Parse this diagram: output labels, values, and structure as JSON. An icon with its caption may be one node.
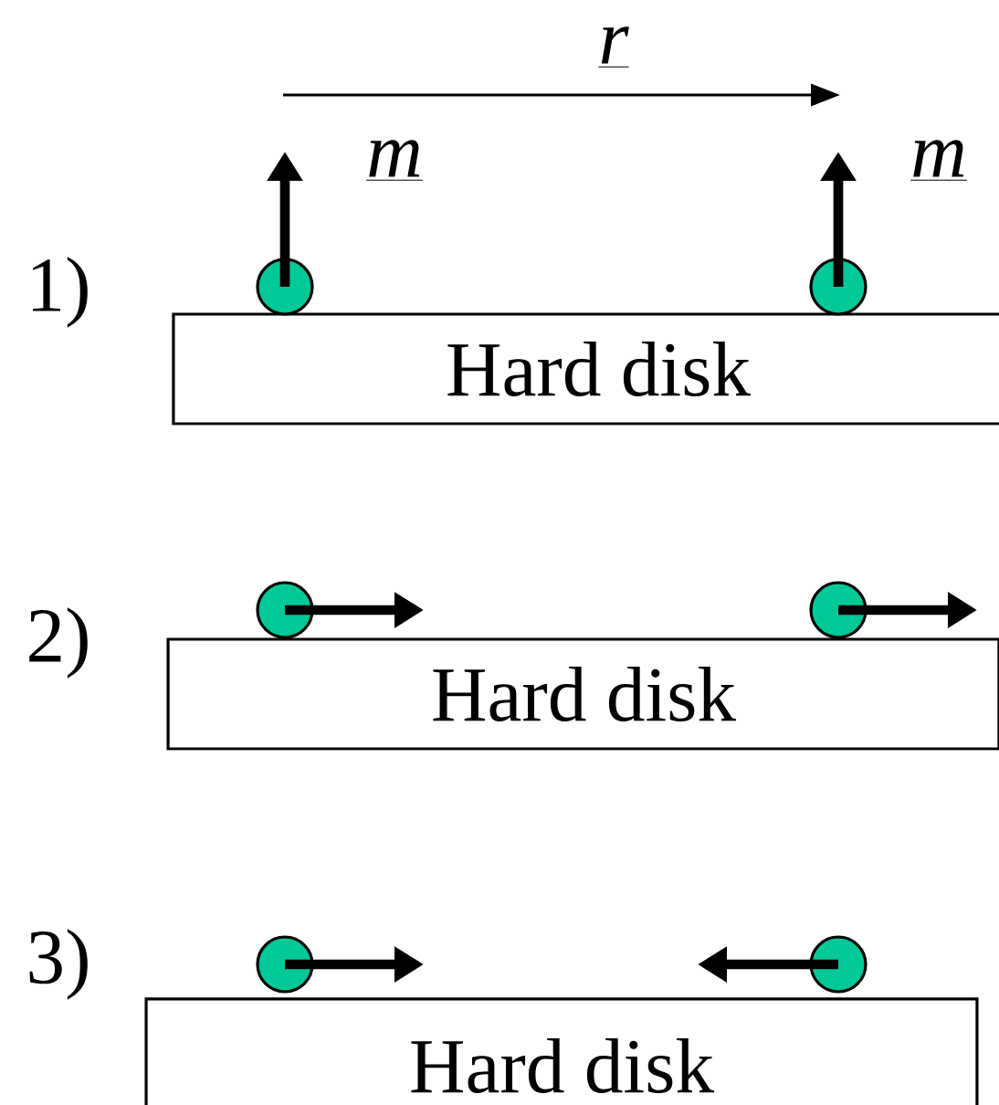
{
  "diagram": {
    "nodes": [
      {
        "text": [
          "Hard disk"
        ]
      },
      {
        "text": [],
        "shape": "circle"
      },
      {
        "text": [],
        "shape": "circle"
      },
      {
        "text": [
          "Hard disk"
        ]
      },
      {
        "text": [],
        "shape": "circle"
      },
      {
        "text": [],
        "shape": "circle"
      },
      {
        "text": [
          "Hard disk"
        ]
      },
      {
        "text": [],
        "shape": "circle"
      },
      {
        "text": [],
        "shape": "circle"
      }
    ],
    "labels": [
      "r",
      "m",
      "m",
      "1)",
      "2)",
      "3)"
    ]
  }
}
